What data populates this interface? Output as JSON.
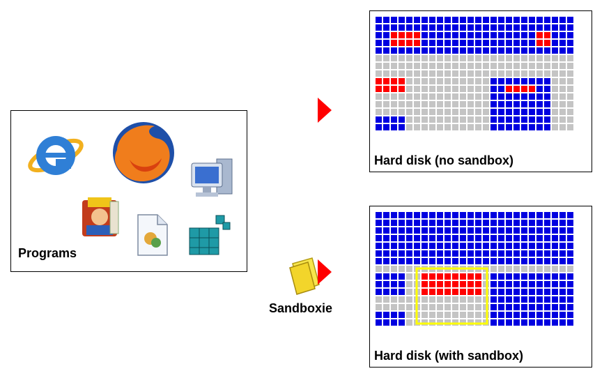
{
  "programs": {
    "label": "Programs",
    "icons": [
      "internet-explorer-icon",
      "firefox-icon",
      "computer-icon",
      "game-icon",
      "document-icon",
      "registry-icon"
    ]
  },
  "sandboxie": {
    "label": "Sandboxie",
    "icon": "sandbox-folder-icon"
  },
  "disks": {
    "cols": 26,
    "rows": 15,
    "colors": {
      "empty": "#c4c4c4",
      "used": "#0000e0",
      "changed": "#ff0000",
      "sandbox_frame": "#ffff00"
    },
    "no_sandbox": {
      "label": "Hard disk (no sandbox)",
      "blue": [
        [
          0,
          0,
          25,
          4
        ],
        [
          0,
          8,
          3,
          9
        ],
        [
          0,
          13,
          3,
          14
        ],
        [
          15,
          8,
          22,
          14
        ]
      ],
      "red": [
        [
          2,
          2,
          5,
          3
        ],
        [
          21,
          2,
          22,
          3
        ],
        [
          0,
          8,
          3,
          9
        ],
        [
          17,
          9,
          20,
          9
        ]
      ]
    },
    "with_sandbox": {
      "label": "Hard disk (with sandbox)",
      "blue": [
        [
          0,
          0,
          25,
          6
        ],
        [
          0,
          8,
          3,
          10
        ],
        [
          0,
          13,
          3,
          14
        ],
        [
          15,
          8,
          25,
          14
        ]
      ],
      "red": [
        [
          6,
          8,
          13,
          10
        ]
      ],
      "sandbox": [
        5,
        7,
        14,
        14
      ]
    }
  }
}
